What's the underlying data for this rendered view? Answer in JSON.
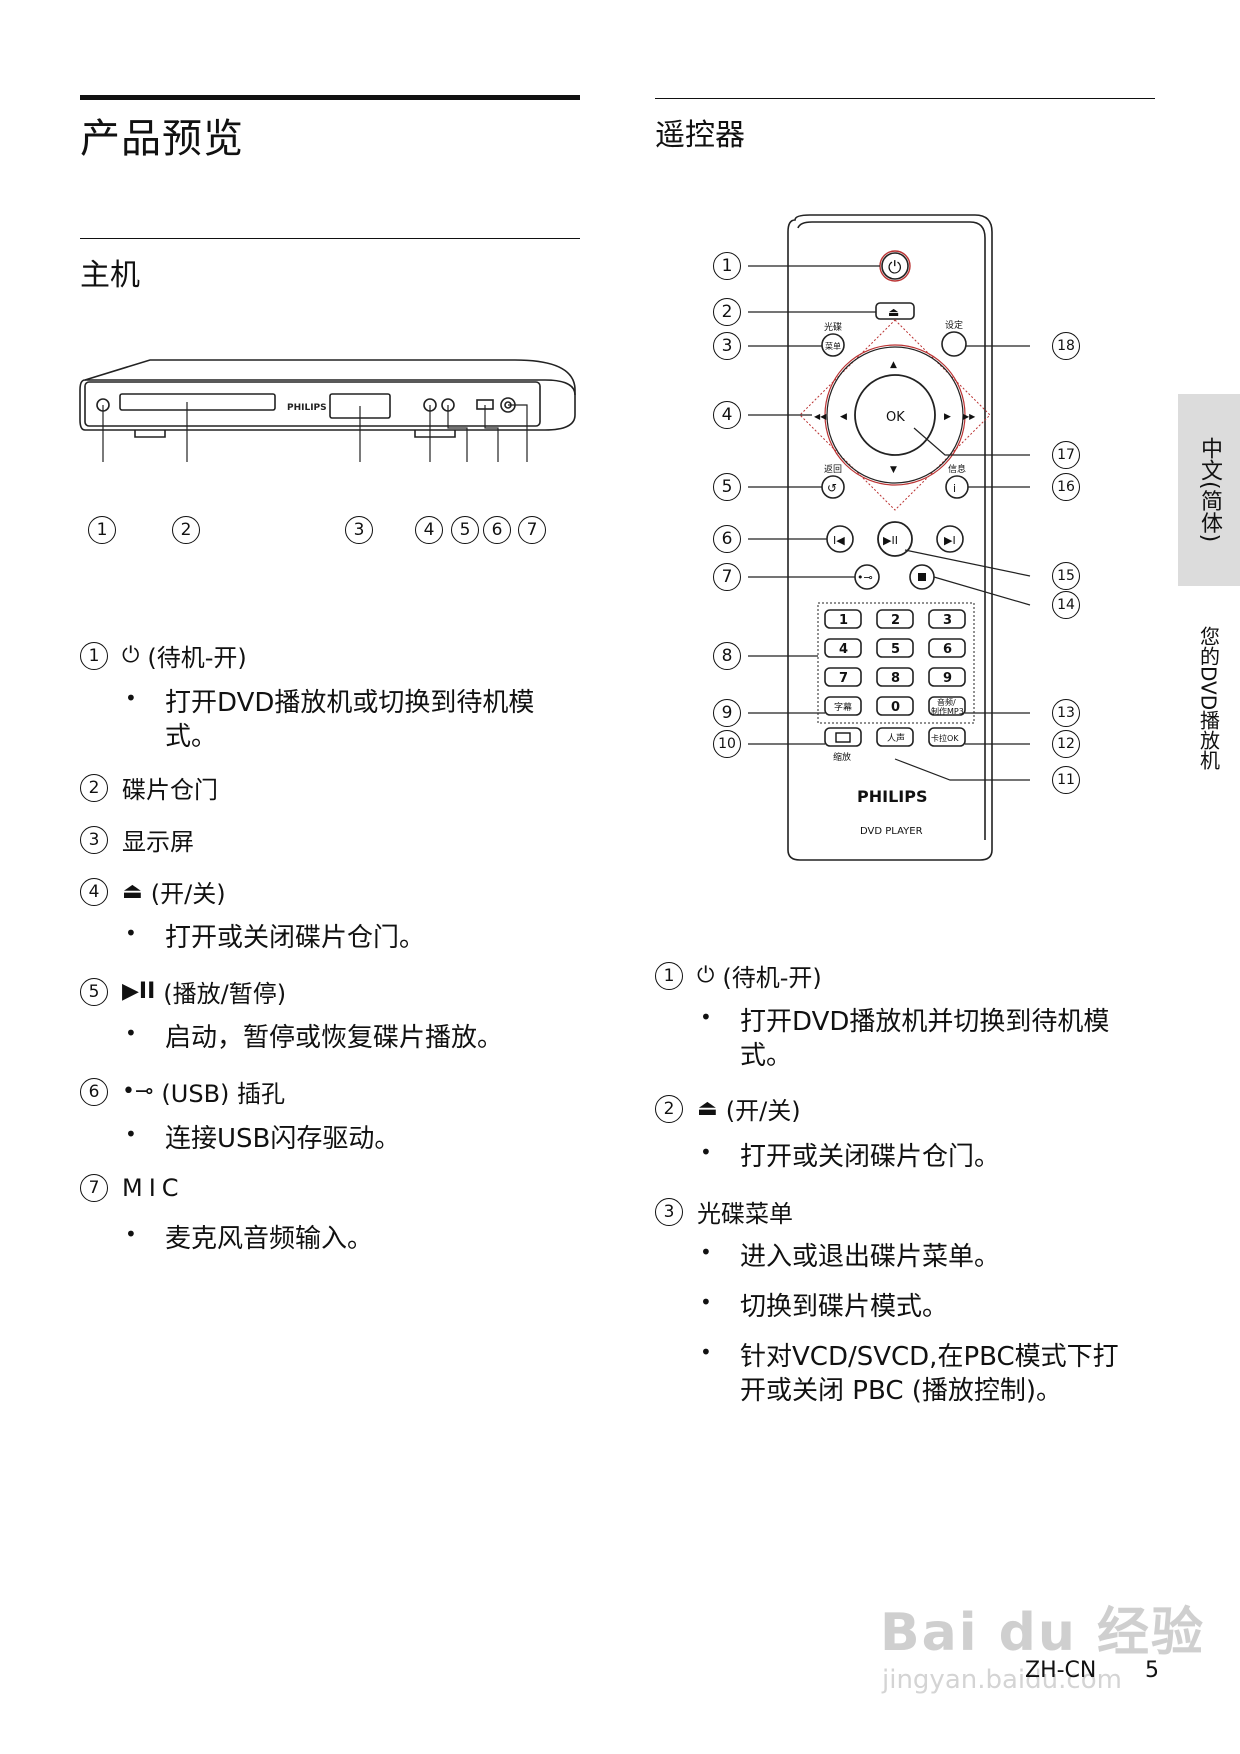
{
  "left": {
    "title": "产品预览",
    "subtitle": "主机",
    "device": {
      "brand": "PHILIPS",
      "callouts": [
        "1",
        "2",
        "3",
        "4",
        "5",
        "6",
        "7"
      ]
    },
    "items": [
      {
        "num": "1",
        "symbol": "⏻",
        "text": "(待机-开)",
        "bullets": [
          "打开DVD播放机或切换到待机模",
          "式。"
        ]
      },
      {
        "num": "2",
        "text": "碟片仓门"
      },
      {
        "num": "3",
        "text": "显示屏"
      },
      {
        "num": "4",
        "symbol": "⏏",
        "text": "(开/关)",
        "bullets": [
          "打开或关闭碟片仓门。"
        ]
      },
      {
        "num": "5",
        "symbol": "▶II",
        "text": "(播放/暂停)",
        "bullets": [
          "启动，暂停或恢复碟片播放。"
        ]
      },
      {
        "num": "6",
        "symbol": "•⊸",
        "text": "(USB) 插孔",
        "bullets": [
          "连接USB闪存驱动。"
        ]
      },
      {
        "num": "7",
        "text": "MIC",
        "bullets": [
          "麦克风音频输入。"
        ]
      }
    ]
  },
  "right": {
    "title": "遥控器",
    "remote": {
      "brand": "PHILIPS",
      "model": "DVD PLAYER",
      "labels": {
        "disc": "光碟",
        "disc_btn": "菜单",
        "setup": "设定",
        "back": "返回",
        "info": "信息",
        "ok": "OK",
        "subtitle": "字幕",
        "audio": "音频/",
        "mp3": "制作MP3",
        "zoom": "缩放",
        "voice": "人声",
        "karaoke": "卡拉OK"
      },
      "digits": [
        "1",
        "2",
        "3",
        "4",
        "5",
        "6",
        "7",
        "8",
        "9",
        "0"
      ],
      "callouts_left": [
        "1",
        "2",
        "3",
        "4",
        "5",
        "6",
        "7",
        "8",
        "9",
        "10"
      ],
      "callouts_right": [
        "18",
        "17",
        "16",
        "15",
        "14",
        "13",
        "12",
        "11"
      ]
    },
    "items": [
      {
        "num": "1",
        "symbol": "⏻",
        "text": "(待机-开)",
        "bullets": [
          "打开DVD播放机并切换到待机模",
          "式。"
        ]
      },
      {
        "num": "2",
        "symbol": "⏏",
        "text": "(开/关)",
        "bullets": [
          "打开或关闭碟片仓门。"
        ]
      },
      {
        "num": "3",
        "text": "光碟菜单",
        "bullets": [
          "进入或退出碟片菜单。",
          "切换到碟片模式。",
          "针对VCD/SVCD,在PBC模式下打",
          "开或关闭 PBC (播放控制)。"
        ]
      }
    ]
  },
  "side_tabs": [
    "中文(简体)",
    "您的DVD播放机"
  ],
  "footer": {
    "lang": "ZH-CN",
    "page": "5"
  },
  "watermark": {
    "brand": "Bai du 经验",
    "url": "jingyan.baidu.com"
  }
}
